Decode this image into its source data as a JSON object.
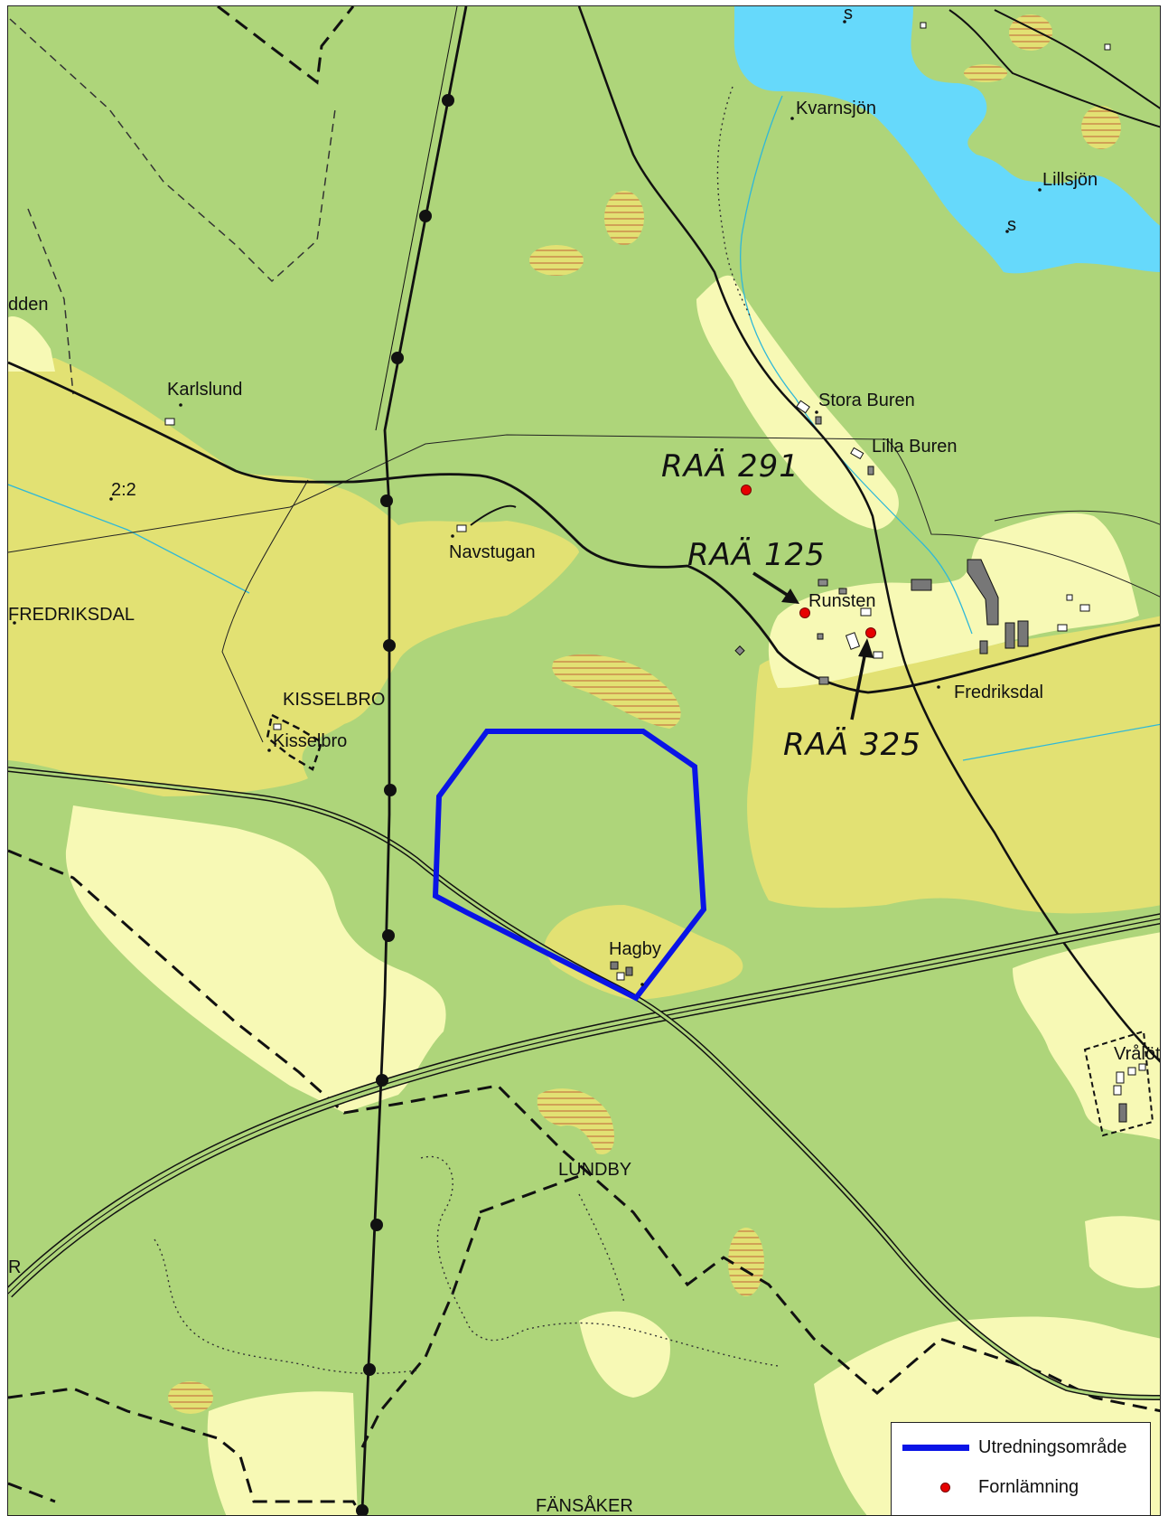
{
  "map": {
    "colors": {
      "forest": "#aed57a",
      "open_land": "#e2e173",
      "pale_land": "#f7f9b5",
      "water": "#66d9fb",
      "study_area": "#0a14e6",
      "ancient_monument": "#e60000",
      "road": "#111111",
      "stream": "#2fb8d8",
      "wetland_hatch": "#c8864a"
    },
    "labels": {
      "s_north": "s",
      "kvarnsjon": "Kvarnsjön",
      "lillsjon": "Lillsjön",
      "s_lake": "s",
      "dden": "dden",
      "karlslund": "Karlslund",
      "stora_buren": "Stora Buren",
      "lilla_buren": "Lilla Buren",
      "parcel_2_2": "2:2",
      "navstugan": "Navstugan",
      "fredriksdal_caps": "FREDRIKSDAL",
      "runsten": "Runsten",
      "fredriksdal": "Fredriksdal",
      "kisselbro_caps": "KISSELBRO",
      "kisselbro": "Kisselbro",
      "hagby": "Hagby",
      "vralot": "Vrålöt",
      "lundby": "LUNDBY",
      "r_edge": "R",
      "fansaker": "FÄNSÅKER"
    },
    "monuments": {
      "raa291": "RAÄ 291",
      "raa125": "RAÄ 125",
      "raa325": "RAÄ 325"
    }
  },
  "legend": {
    "study_area": "Utredningsområde",
    "ancient_monument": "Fornlämning"
  }
}
